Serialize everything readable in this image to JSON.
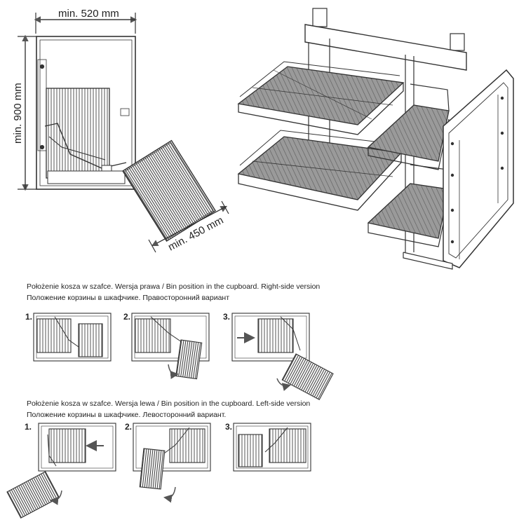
{
  "dimensions": {
    "width": "min. 520 mm",
    "height": "min. 900 mm",
    "depth": "min. 450 mm"
  },
  "right_version": {
    "caption_line1": "Położenie kosza w szafce. Wersja prawa / Bin position in the cupboard. Right-side version",
    "caption_line2": "Положение корзины в шкафчике. Правосторонний вариант",
    "steps": [
      "1.",
      "2.",
      "3."
    ]
  },
  "left_version": {
    "caption_line1": "Położenie kosza w szafce. Wersja lewa / Bin position in the cupboard. Left-side version",
    "caption_line2": "Положение корзины в шкафчике. Левосторонний вариант.",
    "steps": [
      "1.",
      "2.",
      "3."
    ]
  },
  "colors": {
    "line": "#333333",
    "basket_fill": "#8a8a8a",
    "arrow": "#555555"
  },
  "icons": [
    "arrow-right-icon",
    "arrow-left-icon",
    "curved-arrow-icon"
  ]
}
